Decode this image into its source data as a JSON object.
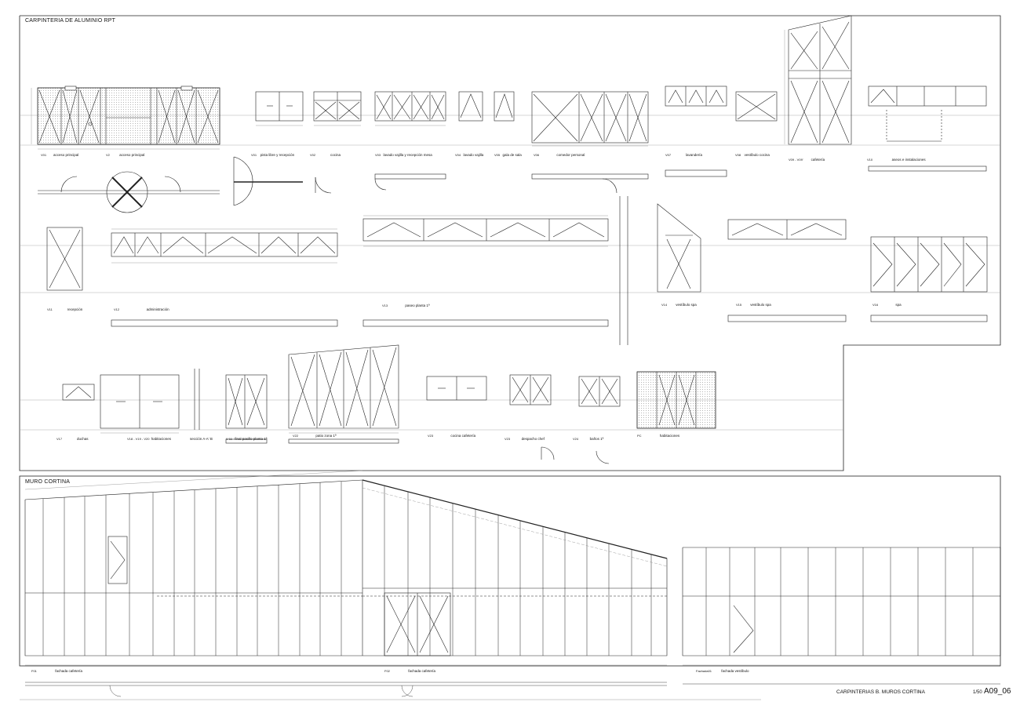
{
  "sheet": {
    "title_top": "CARPINTERIA DE ALUMINIO RPT",
    "title_bottom": "MURO CORTINA",
    "titleblock": {
      "name": "CARPINTERIAS B. MUROS CORTINA",
      "dash": "-",
      "scale": "1/50",
      "number": "A09_06"
    }
  },
  "row1": {
    "v01": {
      "code": "V01",
      "name": "acceso principal"
    },
    "v02": {
      "code": "V2",
      "name": "acceso principal"
    },
    "v03": {
      "code": "V01",
      "name": "pista libre y recepción"
    },
    "v04": {
      "code": "V02",
      "name": "cocina"
    },
    "v05": {
      "code": "V03",
      "name": "lavado vajilla y recepción mesa"
    },
    "v06": {
      "code": "V04",
      "name": "lavado vajilla"
    },
    "v07": {
      "code": "V05",
      "name": "gala de sala"
    },
    "v08": {
      "code": "V06",
      "name": "comedor personal"
    },
    "v09": {
      "code": "V07",
      "name": "lavandería"
    },
    "v10": {
      "code": "V08",
      "name": "vestíbulo cocina"
    },
    "v11": {
      "code": "V09 - V09'",
      "name": "cafetería"
    },
    "v12": {
      "code": "V10",
      "name": "aseos e instalaciones"
    }
  },
  "row2": {
    "v11": {
      "code": "V11",
      "name": "recepción"
    },
    "v12": {
      "code": "V12",
      "name": "administración"
    },
    "v13": {
      "code": "V13",
      "name": "paseo planta 1ª"
    },
    "v14": {
      "code": "V14",
      "name": "vestíbulo spa"
    },
    "v15": {
      "code": "V15",
      "name": "vestíbulo spa"
    },
    "v16": {
      "code": "V16",
      "name": "spa"
    }
  },
  "row3": {
    "v17": {
      "code": "V17",
      "name": "duchas"
    },
    "v18": {
      "code": "V18 - V19 - V20",
      "name": "habitaciones"
    },
    "sec": {
      "code": "",
      "name": "sección A-A' B"
    },
    "v21": {
      "code": "V 11",
      "name": "final pasillo planta 1ª"
    },
    "v22": {
      "code": "V22",
      "name": "patio zona 1ª"
    },
    "v23": {
      "code": "V23",
      "name": "cocina cafetería"
    },
    "v24": {
      "code": "V23",
      "name": "despacho chef"
    },
    "v25": {
      "code": "V24",
      "name": "baños 1ª"
    },
    "v26": {
      "code": "PC",
      "name": "habitaciones"
    }
  },
  "bottom": {
    "f1": {
      "code": "F01",
      "name": "fachada cafetería"
    },
    "f2": {
      "code": "F02",
      "name": "fachada cafetería"
    },
    "f3": {
      "code": "Fachada01",
      "name": "fachada vestíbulo"
    }
  }
}
